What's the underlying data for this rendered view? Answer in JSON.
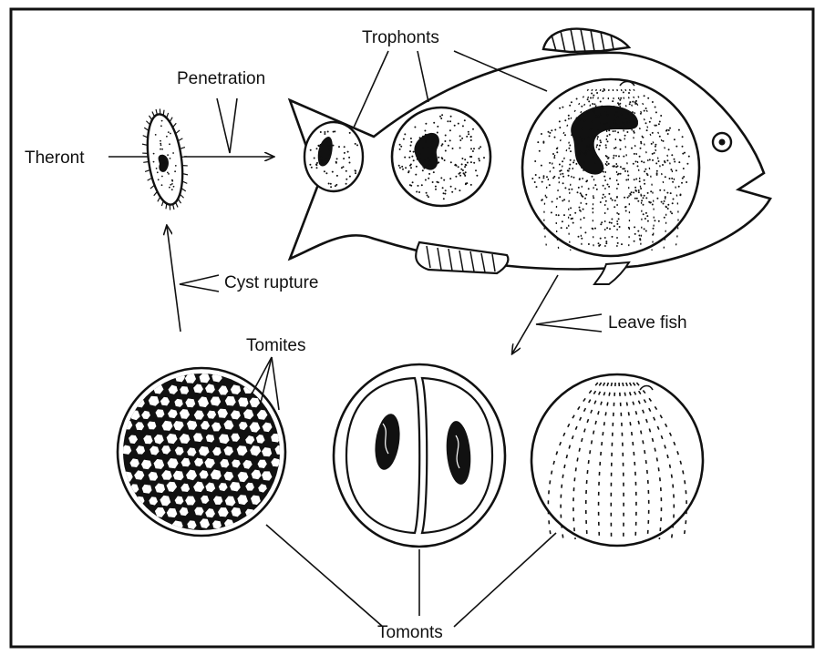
{
  "diagram": {
    "labels": {
      "theront": "Theront",
      "penetration": "Penetration",
      "trophonts": "Trophonts",
      "cyst_rupture": "Cyst rupture",
      "leave_fish": "Leave fish",
      "tomites": "Tomites",
      "tomonts": "Tomonts"
    }
  }
}
